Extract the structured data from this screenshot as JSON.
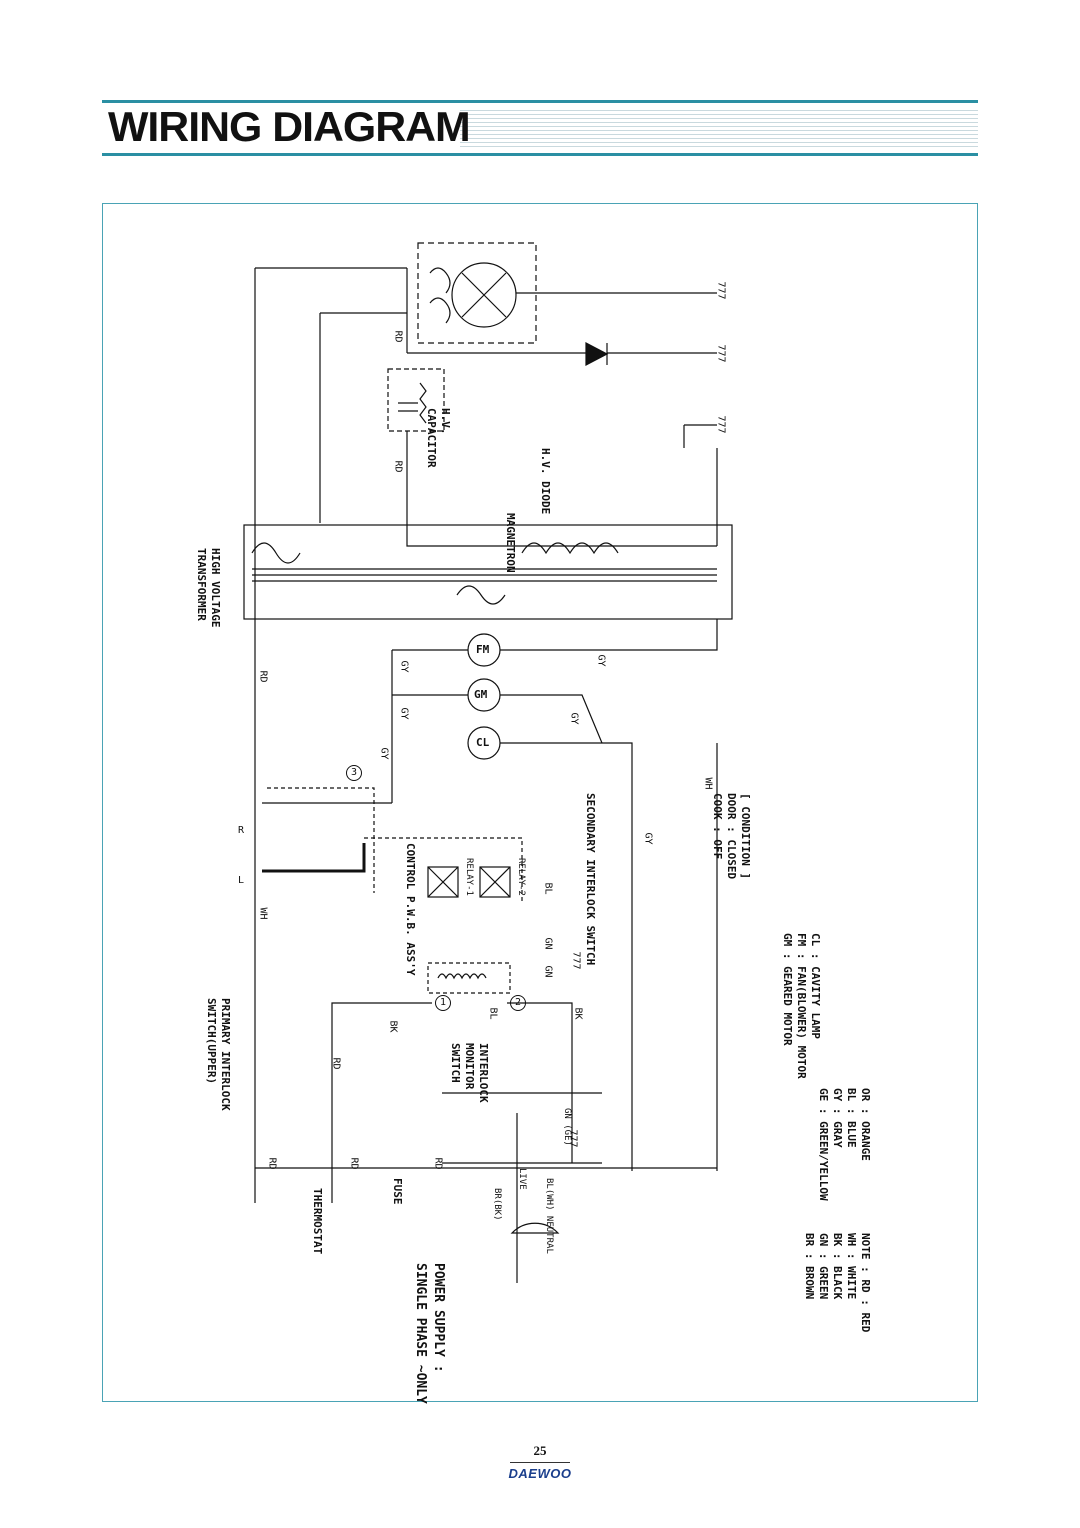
{
  "header": {
    "title": "WIRING DIAGRAM"
  },
  "footer": {
    "page_number": "25",
    "brand": "DAEWOO"
  },
  "diagram": {
    "components": {
      "magnetron": "MAGNETRON",
      "hv_diode": "H.V. DIODE",
      "hv_capacitor_1": "H.V.",
      "hv_capacitor_2": "CAPACITOR",
      "transformer_1": "HIGH VOLTAGE",
      "transformer_2": "TRANSFORMER",
      "fm": "FM",
      "gm": "GM",
      "cl": "CL",
      "pwb": "CONTROL P.W.B. ASS'Y",
      "relay1": "RELAY-1",
      "relay2": "RELAY-2",
      "secondary_switch": "SECONDARY INTERLOCK SWITCH",
      "primary_switch_1": "PRIMARY INTERLOCK",
      "primary_switch_2": "SWITCH(UPPER)",
      "monitor_switch_1": "INTERLOCK",
      "monitor_switch_2": "MONITOR",
      "monitor_switch_3": "SWITCH",
      "thermostat": "THERMOSTAT",
      "fuse": "FUSE",
      "power_1": "POWER SUPPLY :",
      "power_2": "SINGLE PHASE ~ONLY",
      "live": "LIVE",
      "neutral": "BL(WH) NEUTRAL",
      "brbk": "BR(BK)",
      "gnge": "GN (GE)",
      "switch_l": "L",
      "switch_r": "R",
      "node1": "1",
      "node2": "2",
      "node3": "3"
    },
    "wire_labels": {
      "rd": "RD",
      "gy": "GY",
      "wh": "WH",
      "bk": "BK",
      "bl": "BL",
      "gn": "GN"
    },
    "ground": "777",
    "condition": {
      "title": "[ CONDITION ]",
      "door": "DOOR : CLOSED",
      "cook": "COOK : OFF"
    },
    "legend": {
      "col1": [
        "CL : CAVITY LAMP",
        "FM : FAN(BLOWER) MOTOR",
        "GM : GEARED MOTOR"
      ],
      "col2": [
        "OR : ORANGE",
        "BL : BLUE",
        "GY : GRAY",
        "GE : GREEN/YELLOW"
      ],
      "col3": [
        "NOTE : RD : RED",
        "WH : WHITE",
        "BK : BLACK",
        "GN : GREEN",
        "BR : BROWN"
      ]
    }
  }
}
